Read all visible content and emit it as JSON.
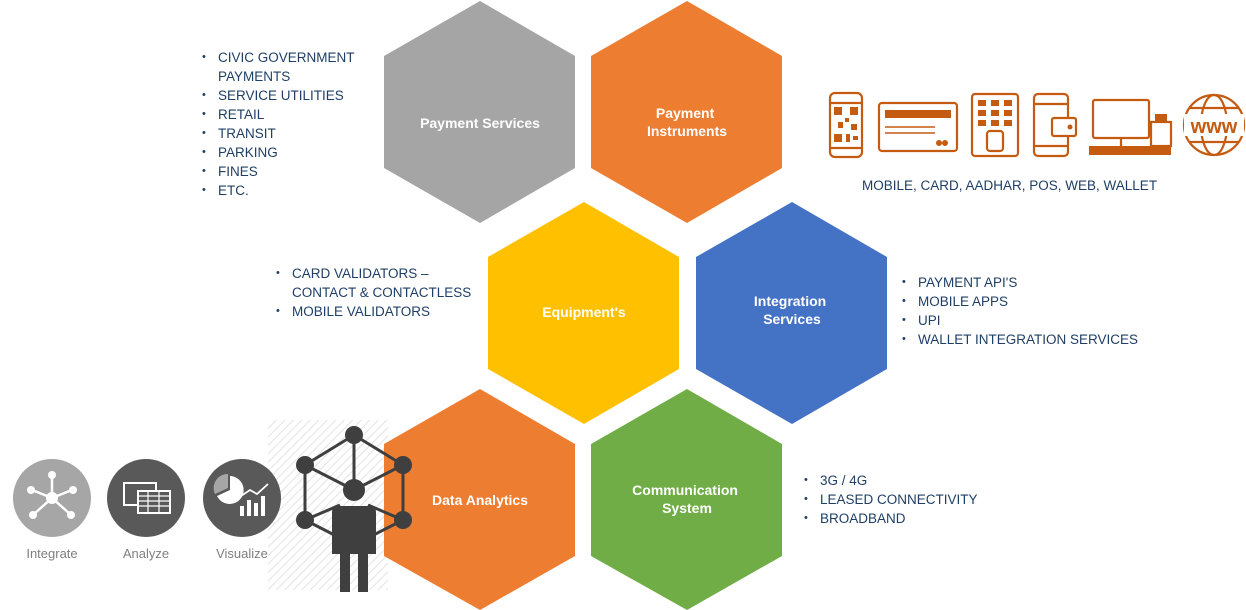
{
  "hexagons": [
    {
      "id": "payment-services",
      "lines": [
        "Payment Services"
      ],
      "color": "#a5a5a5"
    },
    {
      "id": "payment-instruments",
      "lines": [
        "Payment",
        "Instruments"
      ],
      "color": "#ed7d31"
    },
    {
      "id": "equipments",
      "lines": [
        "Equipment's"
      ],
      "color": "#ffc000"
    },
    {
      "id": "integration-services",
      "lines": [
        "Integration",
        "Services"
      ],
      "color": "#4472c4"
    },
    {
      "id": "data-analytics",
      "lines": [
        "Data Analytics"
      ],
      "color": "#ed7d31"
    },
    {
      "id": "communication-system",
      "lines": [
        "Communication",
        "System"
      ],
      "color": "#70ad47"
    }
  ],
  "lists": {
    "payment_services": [
      "CIVIC GOVERNMENT PAYMENTS",
      "SERVICE UTILITIES",
      "RETAIL",
      "TRANSIT",
      "PARKING",
      "FINES",
      "ETC."
    ],
    "equipments": [
      "CARD VALIDATORS – CONTACT & CONTACTLESS",
      "MOBILE VALIDATORS"
    ],
    "integration": [
      "PAYMENT API'S",
      "MOBILE APPS",
      "UPI",
      "WALLET INTEGRATION SERVICES"
    ],
    "communication": [
      "3G / 4G",
      "LEASED CONNECTIVITY",
      "BROADBAND"
    ]
  },
  "instruments_caption": "MOBILE, CARD, AADHAR, POS, WEB, WALLET",
  "instrument_icons": [
    "qr-phone-icon",
    "card-icon",
    "aadhar-keypad-icon",
    "wallet-phone-icon",
    "pos-computer-icon",
    "www-globe-icon"
  ],
  "analytics_steps": [
    {
      "label": "Integrate",
      "icon": "integrate-network-icon"
    },
    {
      "label": "Analyze",
      "icon": "analyze-table-icon"
    },
    {
      "label": "Visualize",
      "icon": "visualize-chart-icon"
    }
  ],
  "colors": {
    "text_navy": "#1f3f66",
    "icon_orange": "#c55a11",
    "circle_gray": "#a6a6a6",
    "circle_dark": "#595959"
  }
}
